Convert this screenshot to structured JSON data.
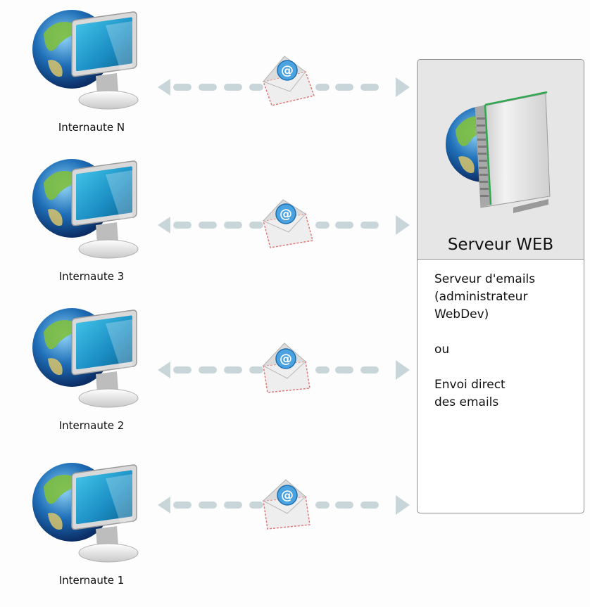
{
  "diagram": {
    "clients": [
      {
        "label": "Internaute N"
      },
      {
        "label": "Internaute 3"
      },
      {
        "label": "Internaute 2"
      },
      {
        "label": "Internaute 1"
      }
    ],
    "envelope_symbol": "@",
    "server": {
      "title": "Serveur WEB",
      "description": {
        "line1": "Serveur d'emails",
        "line2": "(administrateur",
        "line3": "WebDev)",
        "line4": "ou",
        "line5": "Envoi direct",
        "line6": "des emails"
      }
    }
  }
}
